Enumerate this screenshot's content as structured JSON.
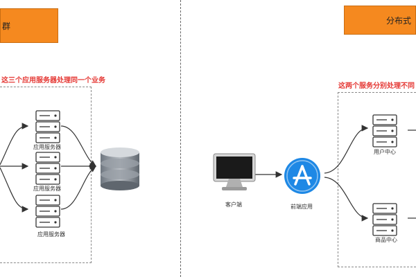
{
  "left": {
    "title": "群",
    "caption": "这三个应用服务器处理同一个业务",
    "servers": [
      "应用服务器",
      "应用服务器",
      "应用服务器"
    ]
  },
  "right": {
    "title": "分布式",
    "caption": "这两个服务分别处理不同",
    "client_label": "客户端",
    "frontend_label": "前端应用",
    "services": [
      "用户中心",
      "商品中心"
    ]
  },
  "colors": {
    "title_box": "#f5891f",
    "caption_red": "#e53935",
    "app_store_blue": "#1e88e5"
  },
  "icons": [
    "server-icon",
    "database-icon",
    "monitor-icon",
    "app-store-icon"
  ]
}
